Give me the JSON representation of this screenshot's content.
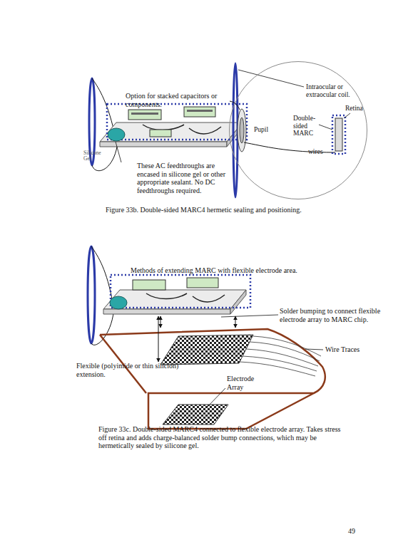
{
  "diagram": {
    "nodes": [
      {
        "text": [
          "Intraocular or extraocular coil.",
          "Retina",
          "Pupil",
          "Double- sided MARC",
          "wires"
        ]
      }
    ],
    "labels": [
      "Option for stacked capacitors or components.",
      "Silicone Gel",
      "These AC feedthroughs are encased in silicone gel or other appropriate sealant. No DC feedthroughs required.",
      "Figure 33b. Double-sided MARC4 hermetic sealing and positioning.",
      "Methods of extending MARC with flexible electrode area.",
      "Solder bumping to connect flexible electrode array to MARC chip.",
      "Wire Traces",
      "Flexible (polyimide or thin silicion) extension.",
      "Electrode Array",
      "Figure 33c. Double-sided MARC4 connected to flexible electrode array. Takes stress off retina and adds charge-balanced solder bump connections, which may be hermetically sealed by silicone gel.",
      "49"
    ]
  }
}
